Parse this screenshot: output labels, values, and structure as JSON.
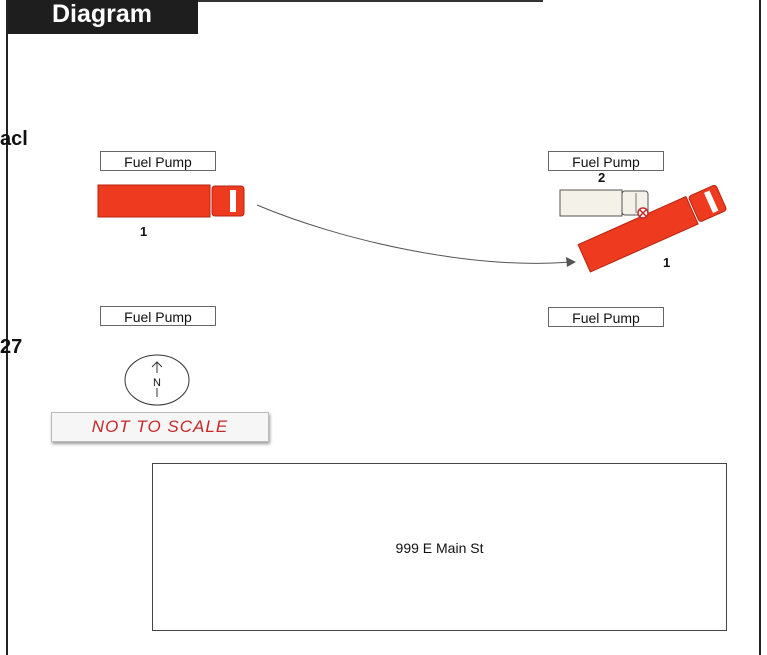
{
  "header": {
    "title": "Diagram"
  },
  "edge_fragments": {
    "top": "acl",
    "middle": "27"
  },
  "fuel_pumps": [
    {
      "label": "Fuel Pump"
    },
    {
      "label": "Fuel Pump"
    },
    {
      "label": "Fuel Pump"
    },
    {
      "label": "Fuel Pump"
    }
  ],
  "vehicles": [
    {
      "label": "1",
      "color": "#ee3a1e"
    },
    {
      "label": "2",
      "color": "#f4f1e8"
    },
    {
      "label": "1",
      "color": "#ee3a1e"
    }
  ],
  "compass": {
    "label": "N"
  },
  "scale_note": "NOT TO SCALE",
  "building": {
    "address": "999 E Main St"
  },
  "colors": {
    "vehicle_red": "#ee3a1e",
    "header_bg": "#1e1e1e",
    "scale_text": "#c62828"
  }
}
